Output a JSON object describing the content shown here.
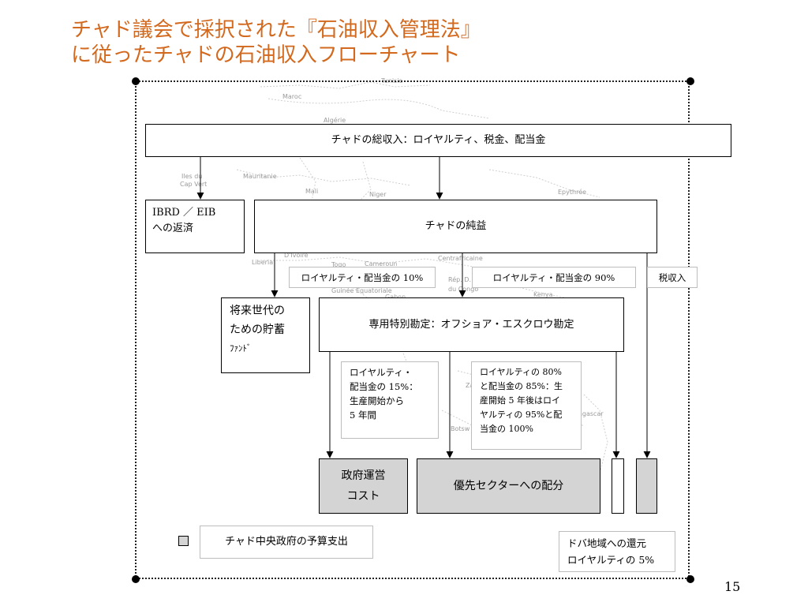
{
  "title": {
    "line1": "チャド議会で採択された『石油収入管理法』",
    "line2": "に従ったチャドの石油収入フローチャート"
  },
  "map_labels": {
    "tunisie": "Tunisie",
    "maroc": "Maroc",
    "algerie": "Algérie",
    "iles_du": "Iles du",
    "cap_vert": "Cap Vert",
    "mauritanie": "Mauritanie",
    "mali": "Mali",
    "niger": "Niger",
    "epythree": "Epythrée",
    "liberia": "Liberia",
    "divoire": "D'Ivoire",
    "togo": "Togo",
    "cameroun": "Cameroun",
    "guinee_equatoriale": "Guinée Equatoriale",
    "centrafricaine": "Centrafricaine",
    "rep_du": "Rép. D.",
    "du_congo": "du Congo",
    "gabon": "Gabon",
    "kenya": "Kenya",
    "za": "Za",
    "botswana": "Botsw",
    "madagascar": "agascar"
  },
  "flow": {
    "total_income": "チャドの総収入：ロイヤルティ、税金、配当金",
    "ibrd_line1": "IBRD ／ EIB",
    "ibrd_line2": "への返済",
    "net_income": "チャドの純益",
    "royalty_10": "ロイヤルティ・配当金の 10%",
    "royalty_90": "ロイヤルティ・配当金の 90%",
    "tax_income": "税収入",
    "future_line1": "将来世代の",
    "future_line2": "ための貯蓄",
    "future_line3": "ﾌｧﾝﾄﾞ",
    "special_account": "専用特別勘定：オフショア・エスクロウ勘定",
    "note15_line1": "ロイヤルティ・",
    "note15_line2": "配当金の 15%：",
    "note15_line3": "生産開始から",
    "note15_line4": "5 年間",
    "note80_line1": "ロイヤルティの 80%",
    "note80_line2": "と配当金の 85%：生",
    "note80_line3": "産開始 5 年後はロイ",
    "note80_line4": "ヤルティの 95%と配",
    "note80_line5": "当金の 100%",
    "gov_cost_line1": "政府運営",
    "gov_cost_line2": "コスト",
    "priority_sector": "優先セクターへの配分",
    "legend_text": "チャド中央政府の予算支出",
    "doba_line1": "ドバ地域への還元",
    "doba_line2": "ロイヤルティの 5%"
  },
  "page_number": "15"
}
